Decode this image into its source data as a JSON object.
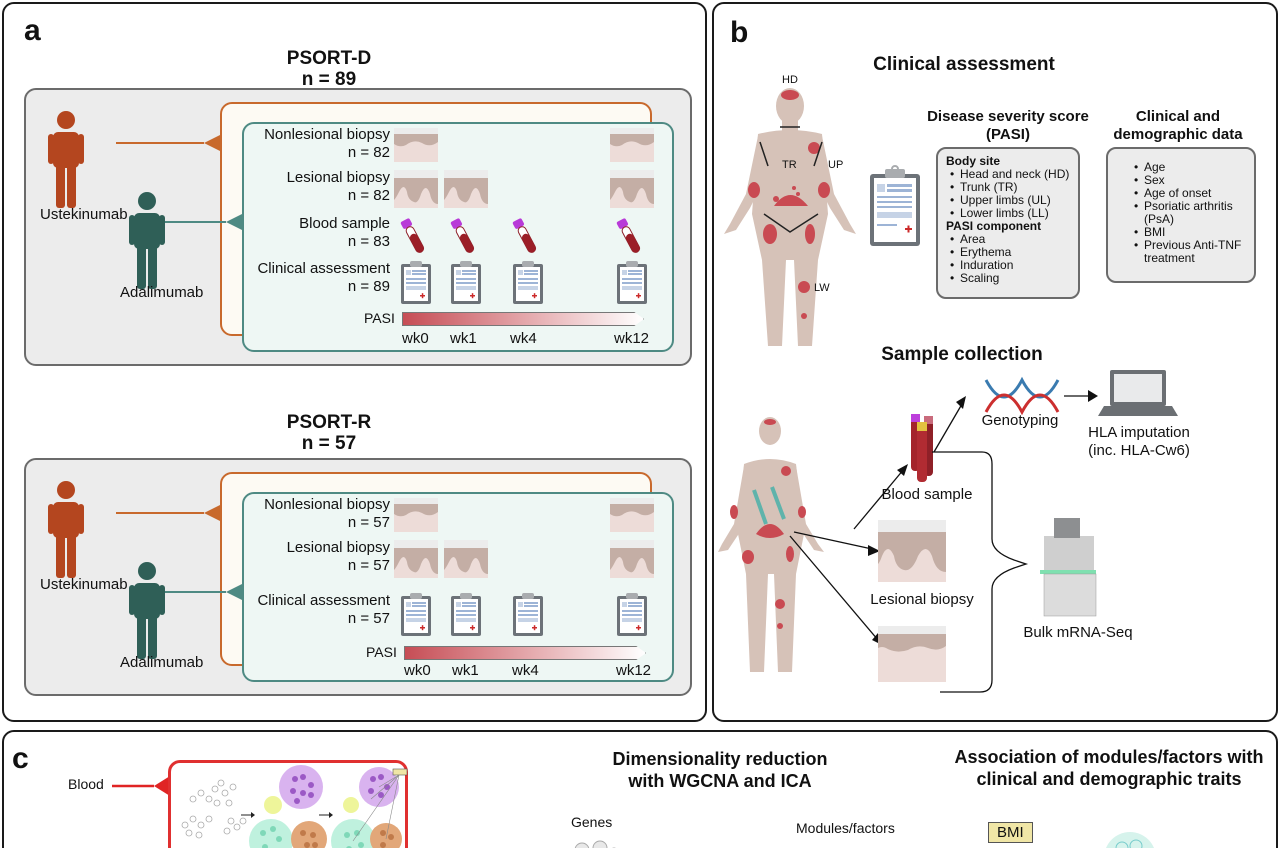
{
  "panel_a": {
    "letter": "a",
    "cohorts": [
      {
        "name": "PSORT-D",
        "n": "n = 89",
        "drugs": [
          "Ustekinumab",
          "Adalimumab"
        ],
        "rows": [
          {
            "label": "Nonlesional biopsy",
            "n": "n = 82",
            "icon": "skin-nonlesional-icon",
            "weeks": [
              "wk0",
              "wk12"
            ]
          },
          {
            "label": "Lesional biopsy",
            "n": "n = 82",
            "icon": "skin-lesional-icon",
            "weeks": [
              "wk0",
              "wk1",
              "wk12"
            ]
          },
          {
            "label": "Blood sample",
            "n": "n = 83",
            "icon": "blood-tube-icon",
            "weeks": [
              "wk0",
              "wk1",
              "wk4",
              "wk12"
            ]
          },
          {
            "label": "Clinical assessment",
            "n": "n = 89",
            "icon": "clipboard-icon",
            "weeks": [
              "wk0",
              "wk1",
              "wk4",
              "wk12"
            ]
          }
        ],
        "pasi_label": "PASI",
        "timepoints": [
          "wk0",
          "wk1",
          "wk4",
          "wk12"
        ]
      },
      {
        "name": "PSORT-R",
        "n": "n = 57",
        "drugs": [
          "Ustekinumab",
          "Adalimumab"
        ],
        "rows": [
          {
            "label": "Nonlesional biopsy",
            "n": "n = 57",
            "icon": "skin-nonlesional-icon",
            "weeks": [
              "wk0",
              "wk12"
            ]
          },
          {
            "label": "Lesional biopsy",
            "n": "n = 57",
            "icon": "skin-lesional-icon",
            "weeks": [
              "wk0",
              "wk1",
              "wk12"
            ]
          },
          {
            "label": "Clinical assessment",
            "n": "n = 57",
            "icon": "clipboard-icon",
            "weeks": [
              "wk0",
              "wk1",
              "wk4",
              "wk12"
            ]
          }
        ],
        "pasi_label": "PASI",
        "timepoints": [
          "wk0",
          "wk1",
          "wk4",
          "wk12"
        ]
      }
    ]
  },
  "panel_b": {
    "letter": "b",
    "clinical_title": "Clinical assessment",
    "body_labels": {
      "hd": "HD",
      "tr": "TR",
      "up": "UP",
      "lw": "LW"
    },
    "pasi_box": {
      "title": "Disease severity score (PASI)",
      "body_site_header": "Body site",
      "body_sites": [
        "Head and neck (HD)",
        "Trunk (TR)",
        "Upper limbs (UL)",
        "Lower limbs (LL)"
      ],
      "component_header": "PASI component",
      "components": [
        "Area",
        "Erythema",
        "Induration",
        "Scaling"
      ]
    },
    "demo_box": {
      "title": "Clinical and demographic data",
      "items": [
        "Age",
        "Sex",
        "Age of onset",
        "Psoriatic arthritis (PsA)",
        "BMI",
        "Previous Anti-TNF treatment"
      ]
    },
    "sample_title": "Sample collection",
    "blood_sample": "Blood sample",
    "genotyping": "Genotyping",
    "hla": "HLA imputation",
    "hla_sub": "(inc. HLA-Cw6)",
    "lesional_biopsy": "Lesional biopsy",
    "bulk_seq": "Bulk mRNA-Seq"
  },
  "panel_c": {
    "letter": "c",
    "blood_label": "Blood",
    "dim_title": "Dimensionality reduction with WGCNA and ICA",
    "genes_label": "Genes",
    "modules_label": "Modules/factors",
    "assoc_title": "Association of modules/factors with clinical and demographic traits",
    "bmi_tag": "BMI"
  },
  "colors": {
    "ustekinumab": "#b4461f",
    "adalimumab": "#2f5f57",
    "orange_border": "#c8692c",
    "teal_border": "#4e8a83",
    "lesion_red": "#c94a52",
    "skin": "#d8c3b8",
    "blood_red": "#cc2a2a"
  }
}
